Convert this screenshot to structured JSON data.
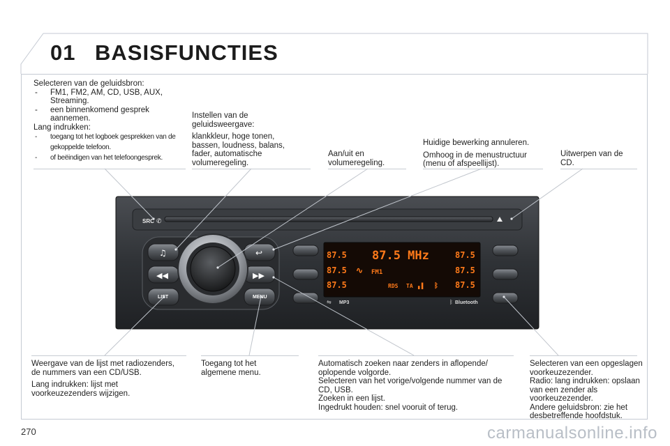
{
  "header": {
    "chapter_number": "01",
    "title": "BASISFUNCTIES"
  },
  "page_number": "270",
  "watermark": "carmanualsonline.info",
  "annotations": {
    "source": {
      "intro": "Selecteren van de geluidsbron:",
      "items": [
        "FM1, FM2, AM, CD, USB, AUX, Streaming.",
        "een binnenkomend gesprek aannemen."
      ],
      "long_press": "Lang indrukken:",
      "long_items": [
        "toegang tot het logboek gesprekken van de gekoppelde telefoon.",
        "of beëindigen van het telefoongesprek."
      ]
    },
    "sound": {
      "title": "Instellen van de geluidsweergave:",
      "body": "klankkleur, hoge tonen, bassen, loudness, balans, fader, automatische volumeregeling."
    },
    "power": {
      "text": "Aan/uit en volumeregeling."
    },
    "back": {
      "line1": "Huidige bewerking annuleren.",
      "line2": "Omhoog in de menustructuur (menu of afspeellijst)."
    },
    "eject": {
      "text": "Uitwerpen van de CD."
    },
    "list": {
      "line1": "Weergave van de lijst met radiozenders, de nummers van een CD/USB.",
      "line2": "Lang indrukken: lijst met voorkeuzezenders wijzigen."
    },
    "menu": {
      "text": "Toegang tot het algemene menu."
    },
    "seek": {
      "line1": "Automatisch zoeken naar zenders in aflopende/ oplopende volgorde.",
      "line2": "Selecteren van het vorige/volgende nummer van de CD, USB.",
      "line3": "Zoeken in een lijst.",
      "line4": "Ingedrukt houden: snel vooruit of terug."
    },
    "preset": {
      "line1": "Selecteren van een opgeslagen voorkeuzezender.",
      "line2": "Radio: lang indrukken: opslaan van een zender als voorkeuzezender.",
      "line3": "Andere geluidsbron: zie het desbetreffende hoofdstuk."
    }
  },
  "radio": {
    "src_label": "SRC",
    "list_label": "LIST",
    "menu_label": "MENU",
    "display": {
      "frequency": "87.5 MHz",
      "band": "FM1",
      "rds": "RDS",
      "ta": "TA",
      "left_presets": [
        "87.5",
        "87.5",
        "87.5"
      ],
      "right_presets": [
        "87.5",
        "87.5",
        "87.5"
      ],
      "mp3": "MP3",
      "bluetooth": "Bluetooth",
      "lcd_color": "#ff7a1a"
    }
  }
}
